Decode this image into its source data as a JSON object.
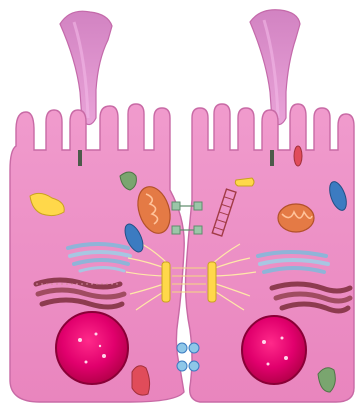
{
  "diagram": {
    "labels": [],
    "colors": {
      "background": "#ffffff",
      "cell_body": "#ee8fc4",
      "cell_outline": "#c86aa5",
      "cilia": "#d883c7",
      "nucleus_outer": "#b5004a",
      "nucleus_inner": "#e1006d",
      "mitochondria": "#e47a45",
      "golgi": "#8fb4d8",
      "er": "#8d3b4f",
      "yellow_organelle": "#ffd84a",
      "blue_organelle": "#3c7bc1",
      "red_organelle": "#e04c5a",
      "green_organelle": "#7aa56f",
      "junction_lines": "#ffe9a8",
      "desmosome": "#9bc6a8"
    },
    "cells": [
      {
        "name": "left-epithelial-cell"
      },
      {
        "name": "right-epithelial-cell"
      }
    ],
    "organelles": [
      "cilia",
      "microvilli",
      "mitochondria",
      "golgi-apparatus",
      "endoplasmic-reticulum",
      "nucleus",
      "desmosome",
      "gap-junction",
      "cell-junction-lines",
      "vesicles"
    ]
  }
}
